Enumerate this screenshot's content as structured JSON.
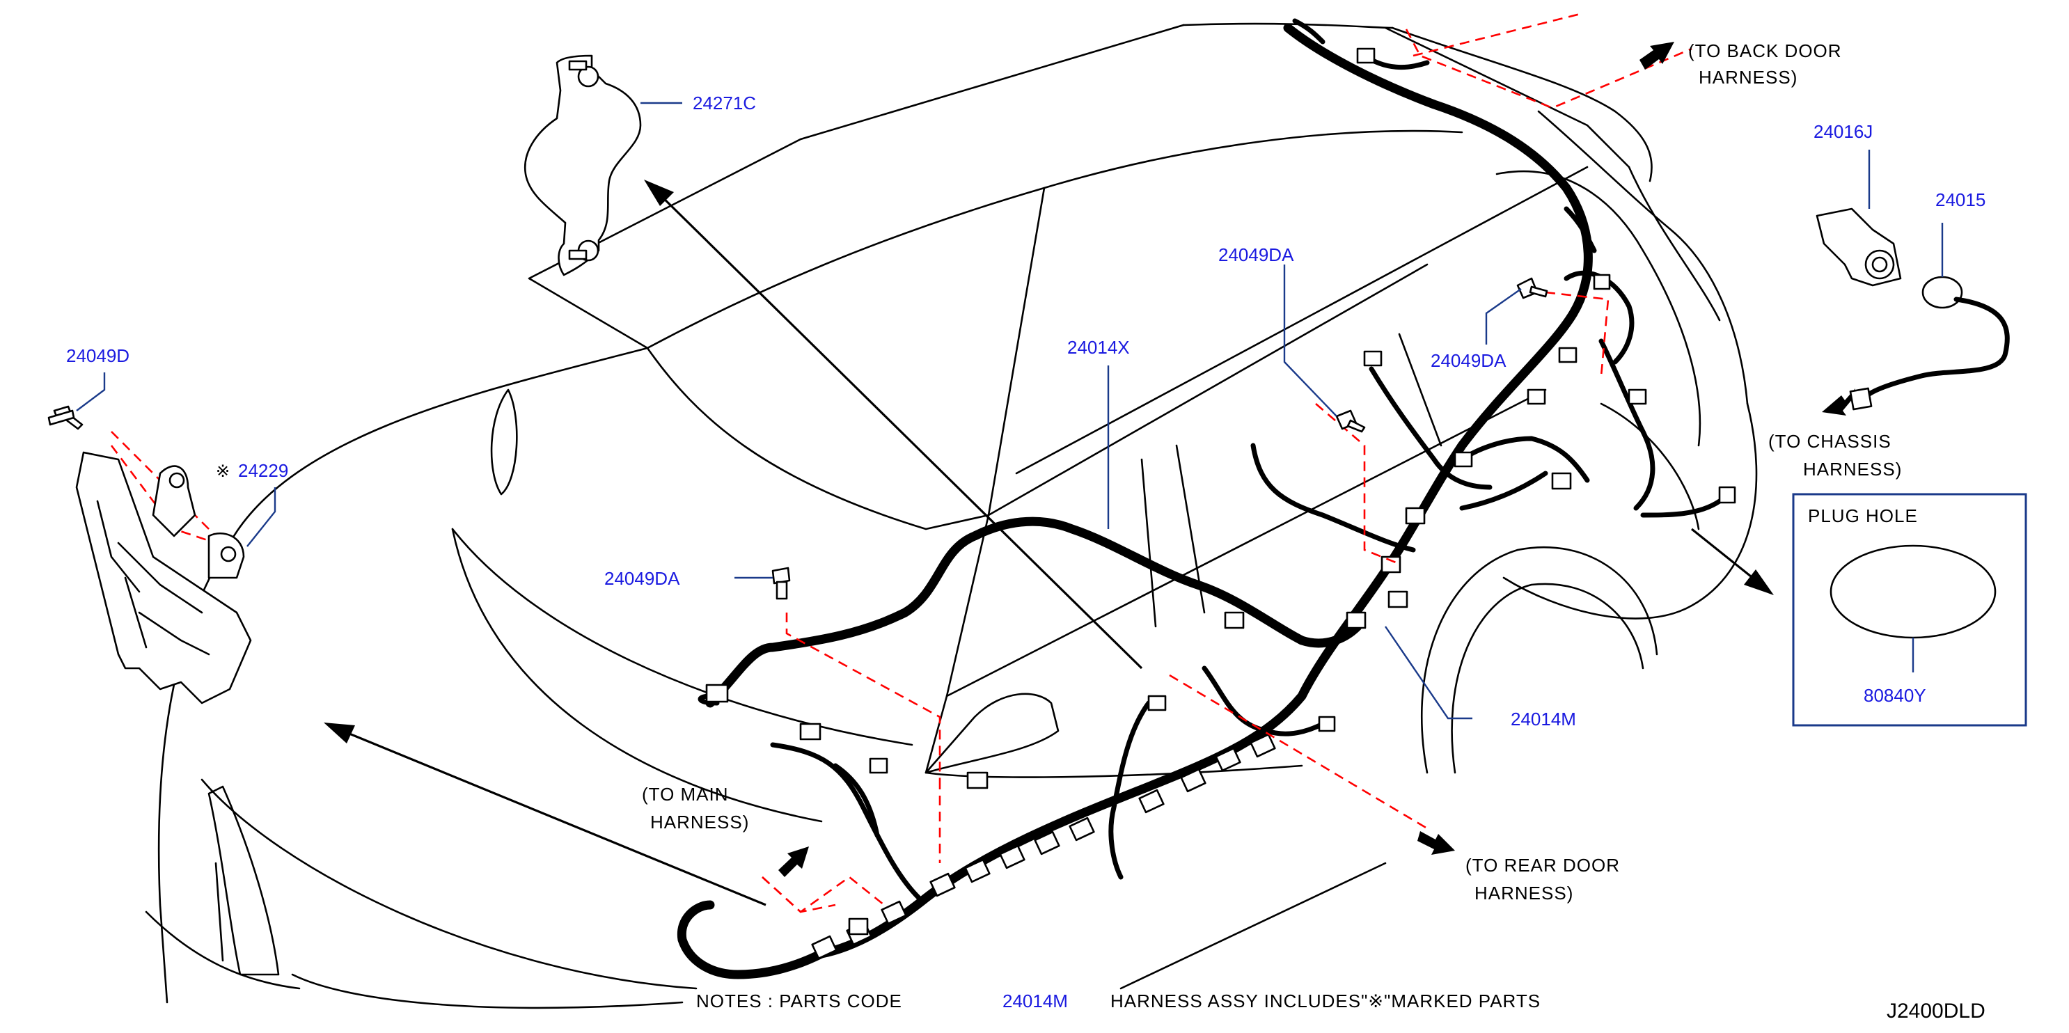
{
  "labels": {
    "p24271C": "24271C",
    "p24049D": "24049D",
    "p24229_mark": "※",
    "p24229": "24229",
    "p24014X": "24014X",
    "p24049DA_top": "24049DA",
    "p24049DA_mid": "24049DA",
    "p24049DA_left": "24049DA",
    "p24016J": "24016J",
    "p24015": "24015",
    "p24014M": "24014M",
    "p80840Y": "80840Y"
  },
  "callouts": {
    "back_door": [
      "(TO  BACK  DOOR",
      "HARNESS)"
    ],
    "chassis": [
      "(TO  CHASSIS",
      "HARNESS)"
    ],
    "main": [
      "(TO  MAIN",
      "HARNESS)"
    ],
    "rear_door": [
      "(TO  REAR  DOOR",
      "HARNESS)"
    ]
  },
  "plug_hole": {
    "title": "PLUG   HOLE"
  },
  "notes": {
    "prefix": "NOTES   :   PARTS   CODE",
    "code": "24014M",
    "suffix": "HARNESS   ASSY   INCLUDES\"※\"MARKED   PARTS"
  },
  "diagram_code": "J2400DLD",
  "colors": {
    "part_label": "#1a1ae0",
    "dashed_guide": "#ff0000",
    "leader": "#1a3a8a",
    "outline": "#000000"
  }
}
